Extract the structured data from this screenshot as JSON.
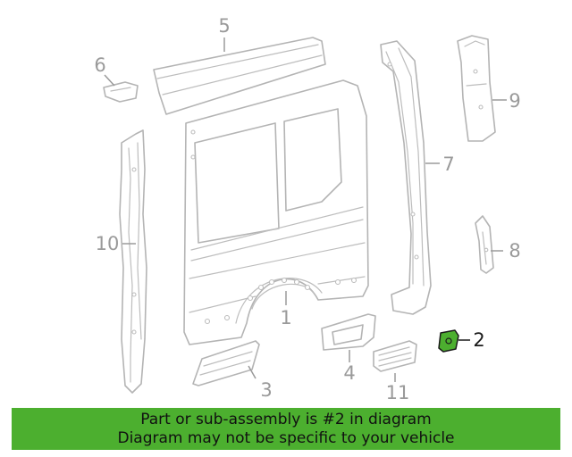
{
  "callouts": {
    "c1": "1",
    "c2": "2",
    "c3": "3",
    "c4": "4",
    "c5": "5",
    "c6": "6",
    "c7": "7",
    "c8": "8",
    "c9": "9",
    "c10": "10",
    "c11": "11"
  },
  "highlight_part": "2",
  "colors": {
    "highlight": "#4caf2f",
    "line": "#b4b4b4",
    "label": "#9a9a9a"
  },
  "banner": {
    "line1": "Part or sub-assembly is #2 in diagram",
    "line2": "Diagram may not be specific to your vehicle"
  }
}
